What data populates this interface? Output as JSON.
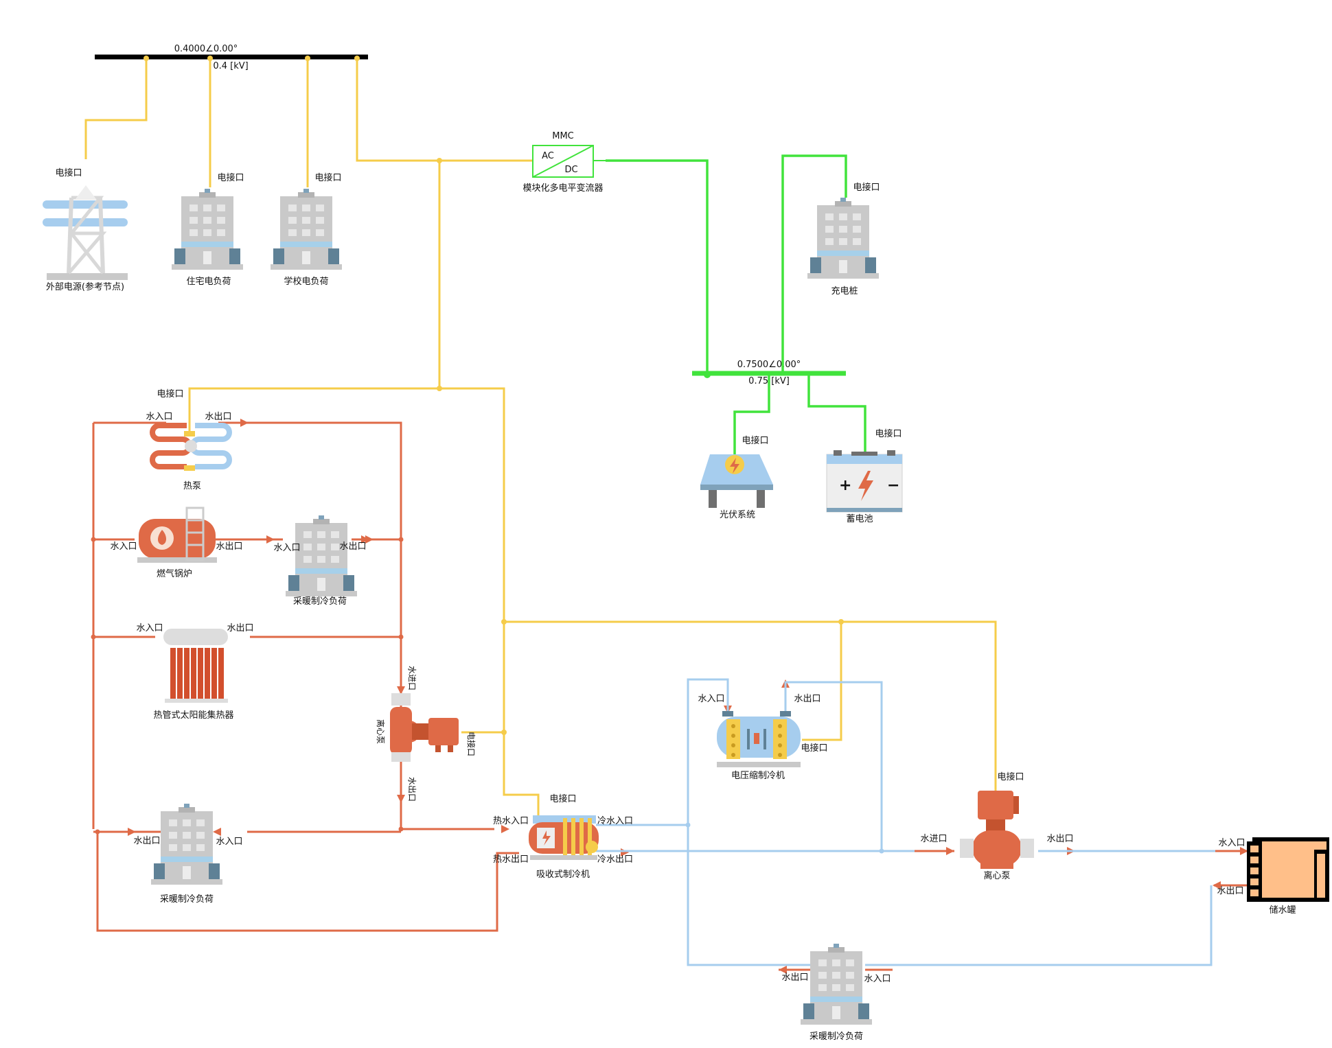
{
  "buses": {
    "ac_bus": {
      "voltage_angle": "0.4000∠0.00°",
      "rated": "0.4 [kV]"
    },
    "dc_bus": {
      "voltage_angle": "0.7500∠0.00°",
      "rated": "0.75 [kV]"
    }
  },
  "converter": {
    "title": "MMC",
    "ac": "AC",
    "dc": "DC",
    "name": "模块化多电平变流器"
  },
  "components": {
    "grid": {
      "name": "外部电源(参考节点)",
      "port": "电接口"
    },
    "residential_load": {
      "name": "住宅电负荷",
      "port": "电接口"
    },
    "school_load": {
      "name": "学校电负荷",
      "port": "电接口"
    },
    "charging_pile": {
      "name": "充电桩",
      "port": "电接口"
    },
    "pv_system": {
      "name": "光伏系统",
      "port": "电接口"
    },
    "battery": {
      "name": "蓄电池",
      "port": "电接口"
    },
    "heat_pump": {
      "name": "热泵",
      "port_elec": "电接口",
      "port_in": "水入口",
      "port_out": "水出口"
    },
    "gas_boiler": {
      "name": "燃气锅炉",
      "port_in": "水入口",
      "port_out": "水出口"
    },
    "hvac_load_1": {
      "name": "采暖制冷负荷",
      "port_in": "水入口",
      "port_out": "水出口"
    },
    "solar_collector": {
      "name": "热管式太阳能集热器",
      "port_in": "水入口",
      "port_out": "水出口"
    },
    "pump_1": {
      "name": "离心泵",
      "port_in": "水进口",
      "port_out": "水出口",
      "port_elec": "电接口"
    },
    "hvac_load_2": {
      "name": "采暖制冷负荷",
      "port_in": "水入口",
      "port_out": "水出口"
    },
    "absorption_chiller": {
      "name": "吸收式制冷机",
      "port_elec": "电接口",
      "hot_in": "热水入口",
      "hot_out": "热水出口",
      "cold_in": "冷水入口",
      "cold_out": "冷水出口"
    },
    "compression_chiller": {
      "name": "电压缩制冷机",
      "port_in": "水入口",
      "port_out": "水出口",
      "port_elec": "电接口"
    },
    "pump_2": {
      "name": "离心泵",
      "port_elec": "电接口",
      "port_in": "水进口",
      "port_out": "水出口"
    },
    "storage_tank": {
      "name": "储水罐",
      "port_in": "水入口",
      "port_out": "水出口"
    },
    "hvac_load_3": {
      "name": "采暖制冷负荷",
      "port_in": "水入口",
      "port_out": "水出口"
    }
  },
  "colors": {
    "electric": "#f5cc4a",
    "dc": "#41e33c",
    "hot_water": "#df6a47",
    "cold_water": "#a6cdee"
  }
}
